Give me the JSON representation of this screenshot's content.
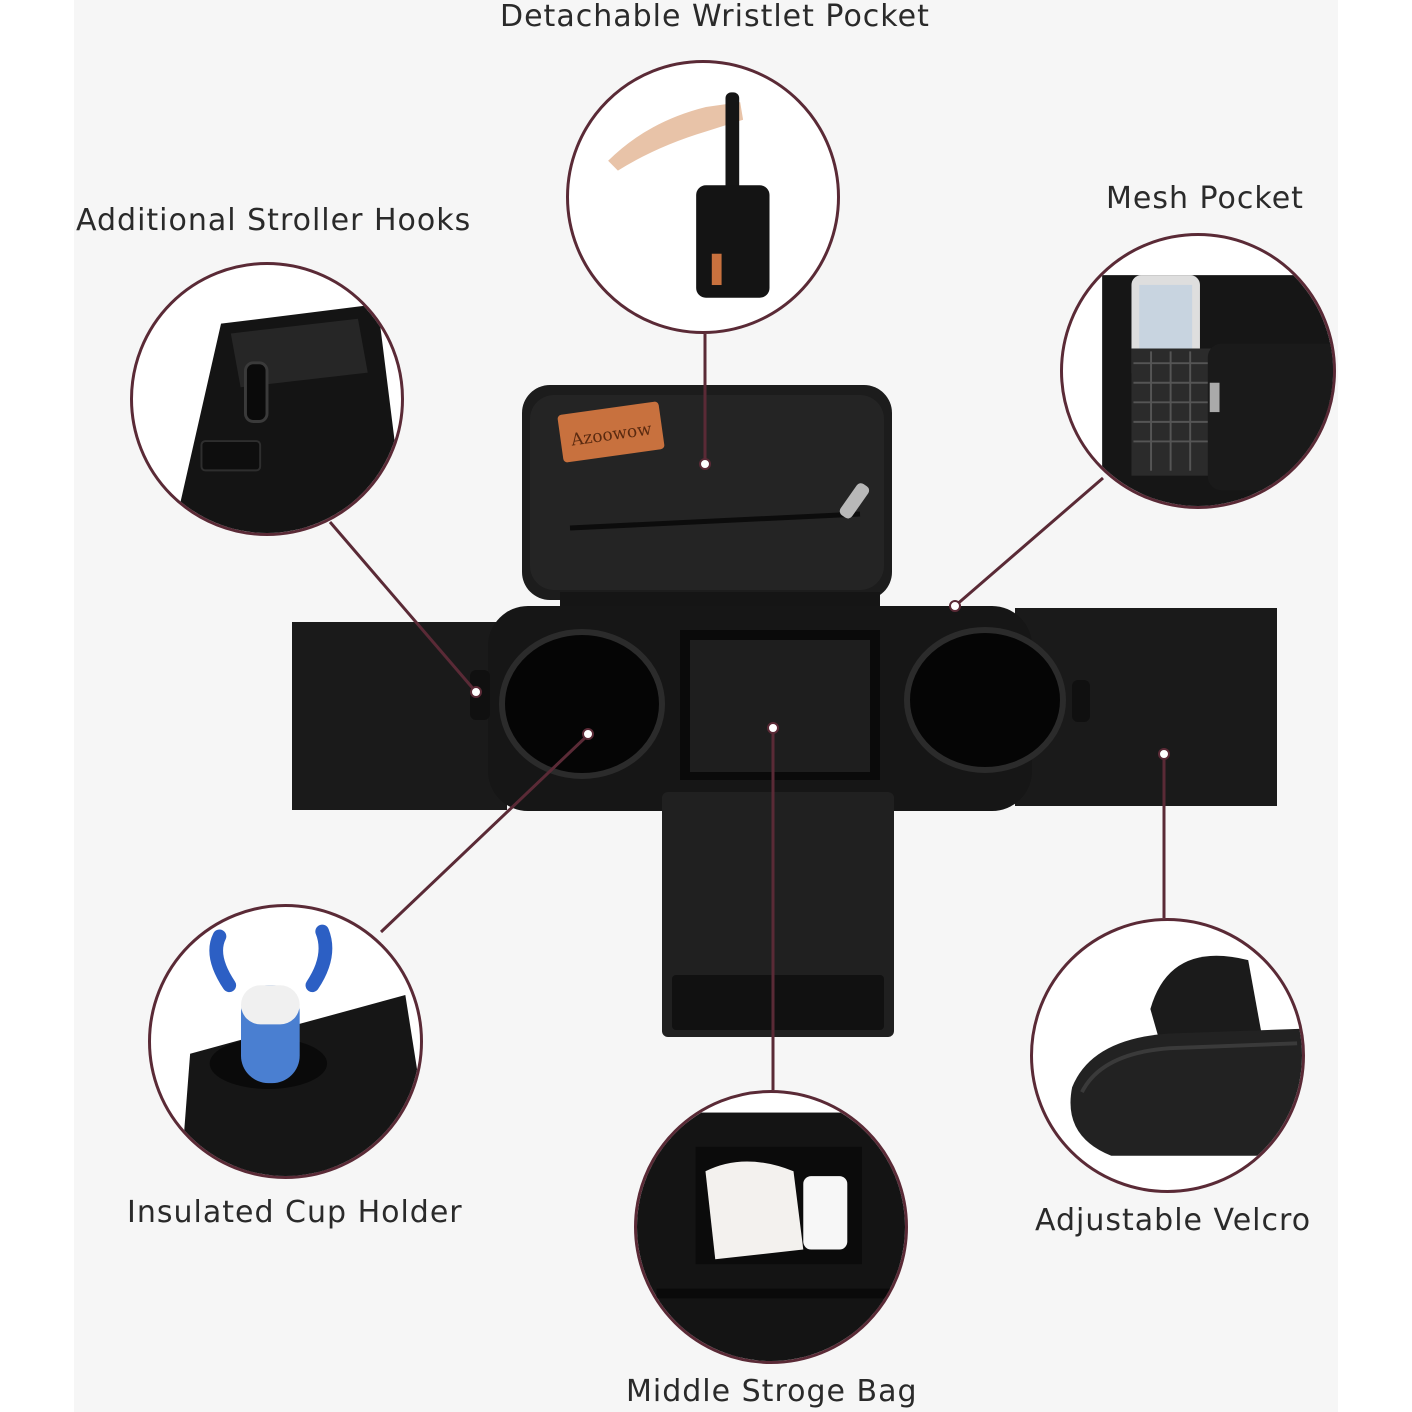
{
  "colors": {
    "accent": "#5a2a36",
    "fabric": "#1b1b1b",
    "brand_patch": "#c8713e",
    "background": "#f6f6f6"
  },
  "product": {
    "brand_patch_text": "Azoowow"
  },
  "features": [
    {
      "id": "wristlet",
      "label": "Detachable Wristlet Pocket"
    },
    {
      "id": "hooks",
      "label": "Additional Stroller Hooks"
    },
    {
      "id": "mesh",
      "label": "Mesh Pocket"
    },
    {
      "id": "cup",
      "label": "Insulated Cup Holder"
    },
    {
      "id": "velcro",
      "label": "Adjustable Velcro"
    },
    {
      "id": "middle",
      "label": "Middle Stroge Bag"
    }
  ]
}
